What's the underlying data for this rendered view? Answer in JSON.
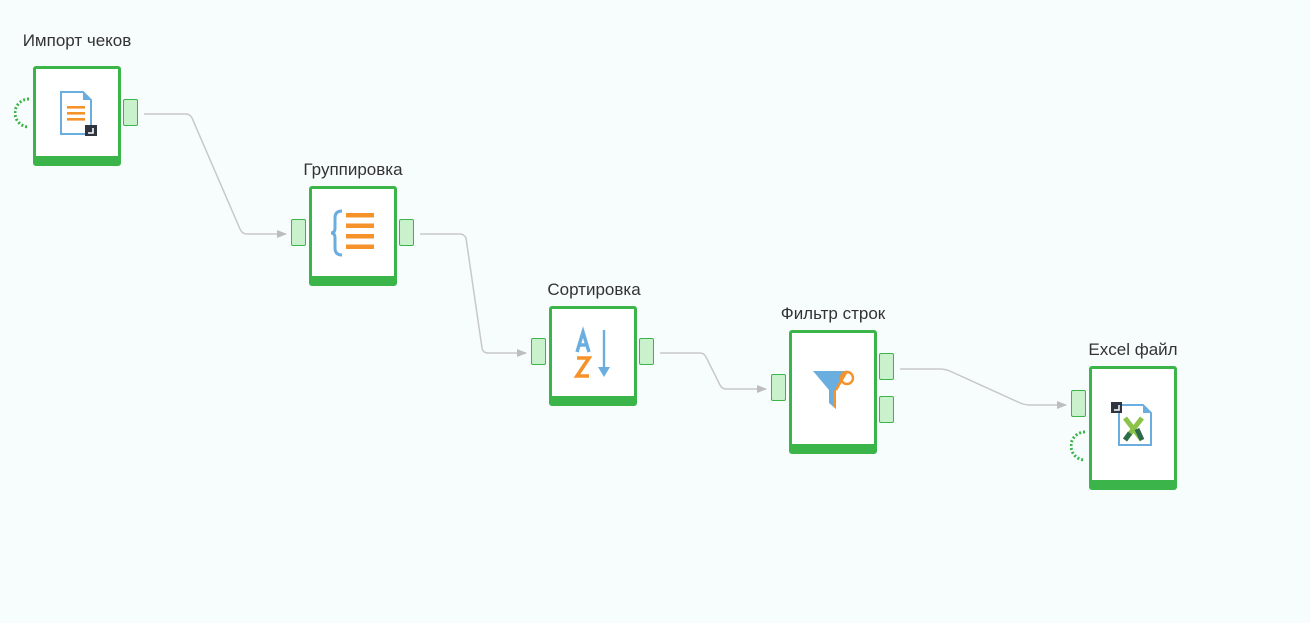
{
  "colors": {
    "background": "#f7fcfd",
    "node_border": "#3bb54a",
    "port_fill": "#c9f1cc",
    "link": "#c8c8c8",
    "icon_orange": "#f5922a",
    "icon_blue": "#6aaee0"
  },
  "nodes": [
    {
      "id": "import",
      "label": "Импорт чеков",
      "icon": "import-document-icon"
    },
    {
      "id": "grouping",
      "label": "Группировка",
      "icon": "grouping-brace-icon"
    },
    {
      "id": "sorting",
      "label": "Сортировка",
      "icon": "sort-az-icon"
    },
    {
      "id": "filter",
      "label": "Фильтр строк",
      "icon": "filter-funnel-icon"
    },
    {
      "id": "excel",
      "label": "Excel файл",
      "icon": "excel-file-icon"
    }
  ]
}
